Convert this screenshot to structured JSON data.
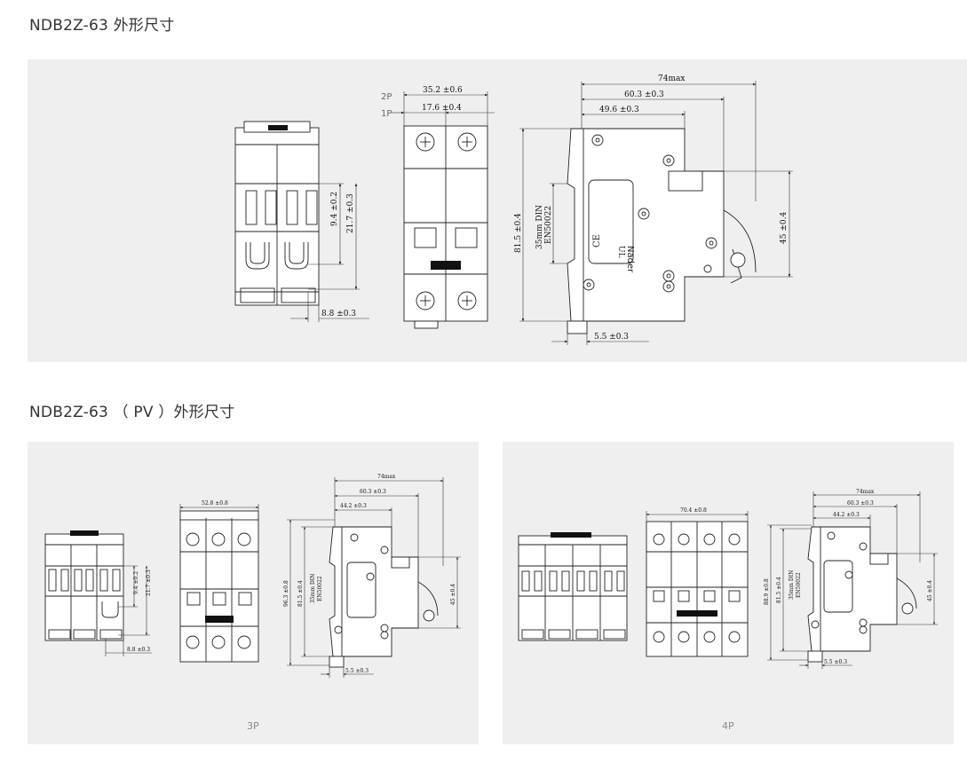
{
  "sections": {
    "top_title": "NDB2Z-63 外形尺寸",
    "pv_title": "NDB2Z-63 （ PV ）外形尺寸"
  },
  "top_drawing": {
    "pole_label_2p": "2P",
    "pole_label_1p": "1P",
    "dims": {
      "width_2p": "35.2 ±0.6",
      "width_1p": "17.6 ±0.4",
      "front_inner": "9.4 ±0.2",
      "front_outer": "21.7 ±0.3",
      "front_bottom": "8.8 ±0.3",
      "height": "81.5 ±0.4",
      "din": "35mm DIN",
      "din_std": "EN50022",
      "max_depth": "74max",
      "depth_1": "60.3 ±0.3",
      "depth_2": "49.6 ±0.3",
      "right_height": "45 ±0.4",
      "bottom_offset": "5.5 ±0.3"
    },
    "brand": "Nader"
  },
  "pv_3p": {
    "caption": "3P",
    "dims": {
      "width": "52.8 ±0.8",
      "front_inner": "9.4 ±0.2",
      "front_outer": "21.7 ±0.3",
      "front_bottom": "8.8 ±0.3",
      "height_total": "96.3 ±0.8",
      "height": "81.5 ±0.4",
      "din": "35mm DIN",
      "din_std": "EN50022",
      "max_depth": "74max",
      "depth_1": "60.3 ±0.3",
      "depth_2": "44.2 ±0.3",
      "right_height": "45 ±0.4",
      "bottom_offset": "5.5 ±0.3"
    }
  },
  "pv_4p": {
    "caption": "4P",
    "dims": {
      "width": "70.4 ±0.8",
      "height_total": "88.9 ±0.8",
      "height": "81.5 ±0.4",
      "din": "35mm DIN",
      "din_std": "EN50022",
      "max_depth": "74max",
      "depth_1": "60.3 ±0.3",
      "depth_2": "44.2 ±0.3",
      "right_height": "45 ±0.4",
      "bottom_offset": "5.5 ±0.3"
    }
  }
}
